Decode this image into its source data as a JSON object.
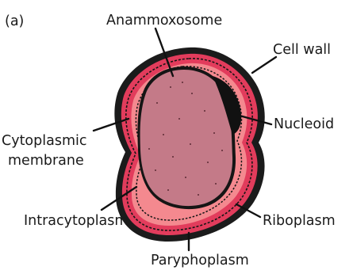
{
  "figure": {
    "panel_label": "(a)",
    "structures": {
      "anammoxosome": "Anammoxosome",
      "cell_wall": "Cell wall",
      "nucleoid": "Nucleoid",
      "cytoplasmic_membrane_line1": "Cytoplasmic",
      "cytoplasmic_membrane_line2": "membrane",
      "intracytoplasm": "Intracytoplasm",
      "riboplasm": "Riboplasm",
      "paryphoplasm": "Paryphoplasm"
    }
  },
  "colors": {
    "cell_wall": "#1b1b1b",
    "paryphoplasm": "#e23c5c",
    "intracytoplasm": "#f4898f",
    "anammoxosome": "#c47a88",
    "nucleoid": "#111111"
  }
}
